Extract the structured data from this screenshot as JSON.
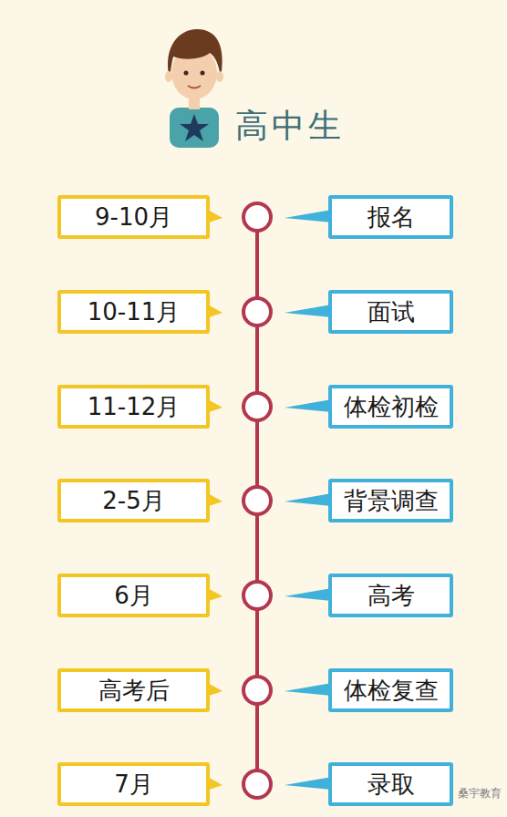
{
  "diagram": {
    "title": "高中生",
    "nodes": [
      {
        "text": [
          "9-10月"
        ]
      },
      {
        "text": [
          "报名"
        ]
      },
      {
        "text": [
          "10-11月"
        ]
      },
      {
        "text": [
          "面试"
        ]
      },
      {
        "text": [
          "11-12月"
        ]
      },
      {
        "text": [
          "体检初检"
        ]
      },
      {
        "text": [
          "2-5月"
        ]
      },
      {
        "text": [
          "背景调查"
        ]
      },
      {
        "text": [
          "6月"
        ]
      },
      {
        "text": [
          "高考"
        ]
      },
      {
        "text": [
          "高考后"
        ]
      },
      {
        "text": [
          "体检复查"
        ]
      },
      {
        "text": [
          "7月"
        ]
      },
      {
        "text": [
          "录取"
        ]
      }
    ],
    "labels": [
      "桑宇教育"
    ]
  }
}
